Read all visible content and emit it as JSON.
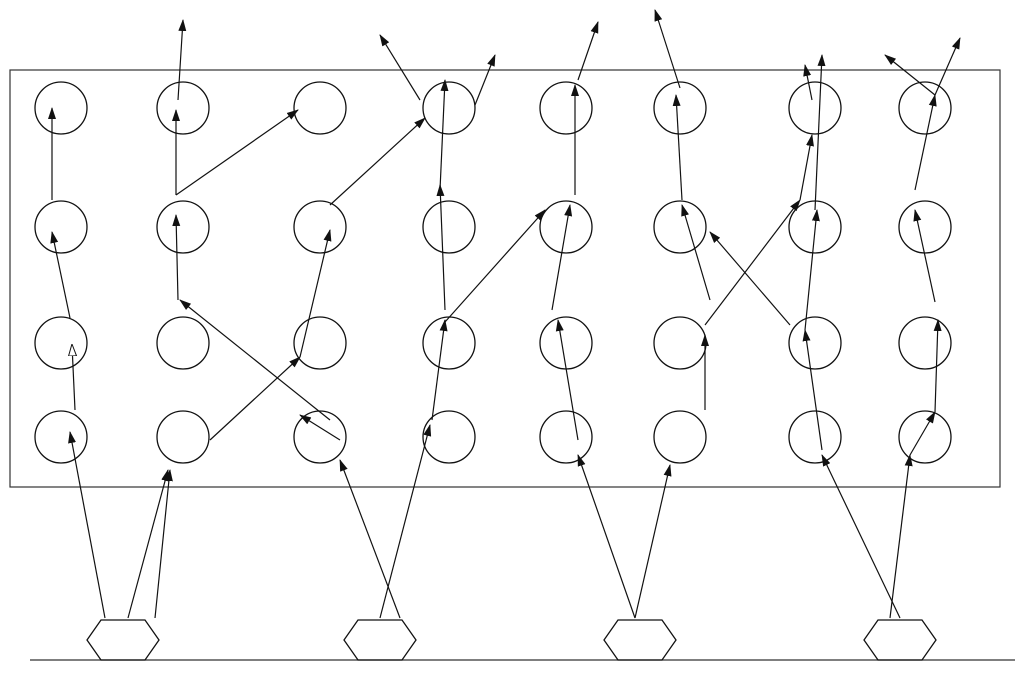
{
  "diagram": {
    "grid_rows": 4,
    "grid_columns": 8,
    "source_count": 4,
    "colors": {
      "stroke": "#111111",
      "background": "#ffffff"
    }
  }
}
